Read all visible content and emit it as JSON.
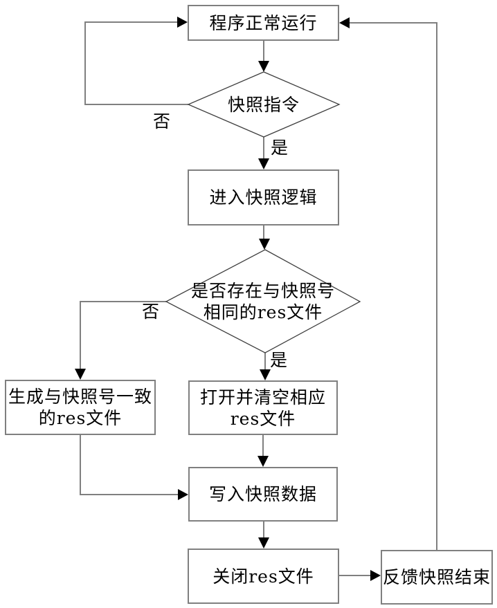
{
  "diagram": {
    "colors": {
      "background": "#ffffff",
      "line": "#7f7f7f",
      "arrow": "#000000",
      "box_border": "#7f7f7f",
      "diamond_border": "#3f3f3f",
      "text": "#000000"
    },
    "nodes": {
      "run": {
        "label": "程序正常运行"
      },
      "cmd": {
        "label": "快照指令"
      },
      "enter": {
        "label": "进入快照逻辑"
      },
      "exist": {
        "line1": "是否存在与快照号",
        "line2": "相同的res文件"
      },
      "create": {
        "line1": "生成与快照号一致",
        "line2": "的res文件"
      },
      "open": {
        "line1": "打开并清空相应",
        "line2": "res文件"
      },
      "write": {
        "label": "写入快照数据"
      },
      "close": {
        "label": "关闭res文件"
      },
      "feedback": {
        "label": "反馈快照结束"
      }
    },
    "edge_labels": {
      "cmd_no": "否",
      "cmd_yes": "是",
      "exist_no": "否",
      "exist_yes": "是"
    }
  }
}
